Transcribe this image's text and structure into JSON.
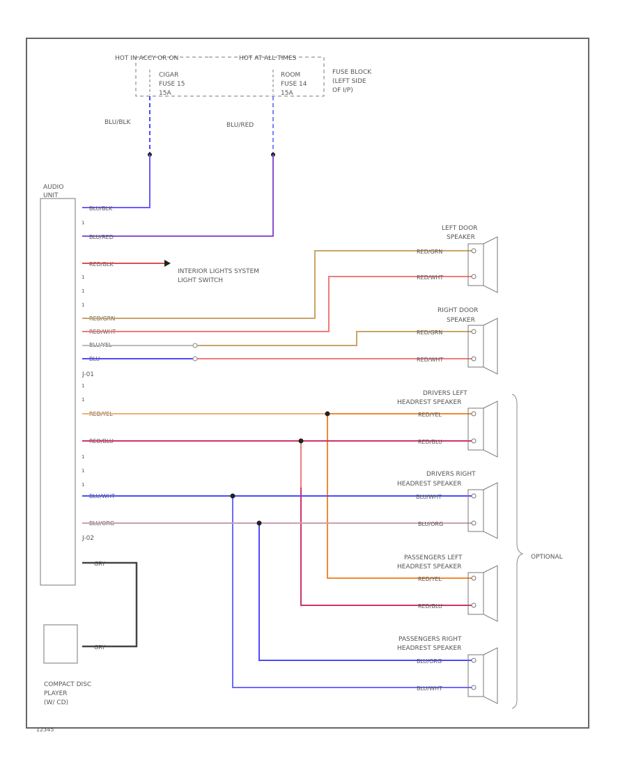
{
  "header": {
    "hot_left": "HOT IN ACCY OR ON",
    "hot_right": "HOT AT ALL TIMES",
    "fuse_cigar": [
      "CIGAR",
      "FUSE 15",
      "15A"
    ],
    "fuse_room": [
      "ROOM",
      "FUSE 14",
      "15A"
    ],
    "fuse_block": [
      "FUSE BLOCK",
      "(LEFT SIDE",
      "OF I/P)"
    ]
  },
  "feed_labels": {
    "left": "BLU/BLK",
    "right": "BLU/RED"
  },
  "audio_unit": {
    "label": [
      "AUDIO",
      "UNIT"
    ],
    "conn1": "J-01",
    "conn2": "J-02"
  },
  "unit_wires": {
    "w1": "BLU/BLK",
    "w2": "BLU/RED",
    "w3": "RED/BLK",
    "w4": "RED/GRN",
    "w5": "RED/WHT",
    "w6": "BLU/YEL",
    "w7": "BLU",
    "w8": "RED/YEL",
    "w9": "RED/BLU",
    "w10": "BLU/WHT",
    "w11": "BLU/ORG",
    "w12": "GRY",
    "w13": "GRY"
  },
  "interior_light": [
    "INTERIOR LIGHTS SYSTEM",
    "LIGHT SWITCH"
  ],
  "speakers": {
    "left_door": {
      "name": [
        "LEFT DOOR",
        "SPEAKER"
      ],
      "w1": "RED/GRN",
      "w2": "RED/WHT"
    },
    "right_door": {
      "name": [
        "RIGHT DOOR",
        "SPEAKER"
      ],
      "w1": "RED/GRN",
      "w2": "RED/WHT"
    },
    "drivers_left": {
      "name": [
        "DRIVERS LEFT",
        "HEADREST SPEAKER"
      ],
      "w1": "RED/YEL",
      "w2": "RED/BLU"
    },
    "drivers_right": {
      "name": [
        "DRIVERS RIGHT",
        "HEADREST SPEAKER"
      ],
      "w1": "BLU/WHT",
      "w2": "BLU/ORG"
    },
    "pass_left": {
      "name": [
        "PASSENGERS LEFT",
        "HEADREST SPEAKER"
      ],
      "w1": "RED/YEL",
      "w2": "RED/BLU"
    },
    "pass_right": {
      "name": [
        "PASSENGERS RIGHT",
        "HEADREST SPEAKER"
      ],
      "w1": "BLU/ORG",
      "w2": "BLU/WHT"
    }
  },
  "optional": "OPTIONAL",
  "cd_player": [
    "COMPACT DISC",
    "PLAYER",
    "(W/ CD)"
  ],
  "footer_code": "12345",
  "colors": {
    "blue": "#4a4aff",
    "purple": "#8a4fd0",
    "red": "#d95050",
    "tan": "#c9a36a",
    "pink": "#f07a7a",
    "orange": "#f08a30",
    "magenta": "#cc3366",
    "mauve": "#c8a0b0",
    "gray": "#444444"
  }
}
